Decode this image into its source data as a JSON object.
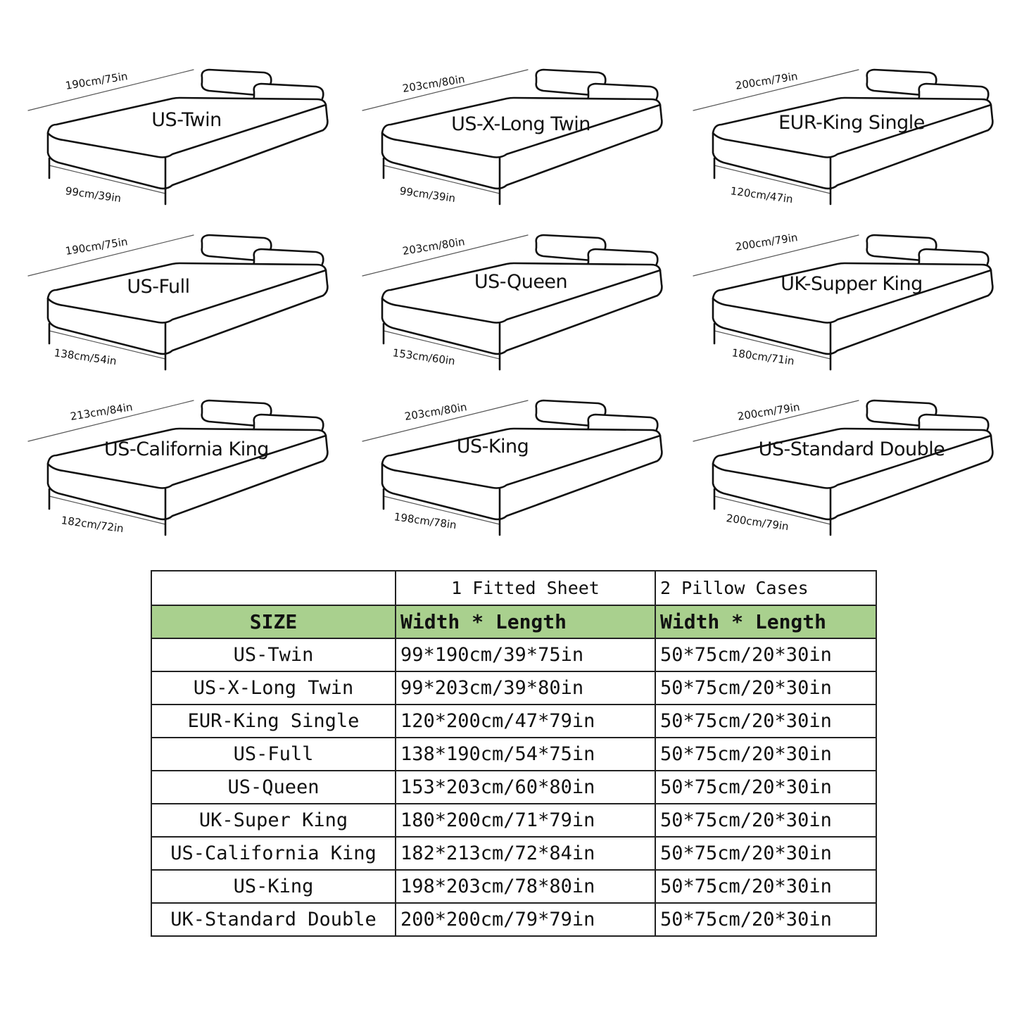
{
  "beds": [
    {
      "name": "US-Twin",
      "length": "190cm/75in",
      "width": "99cm/39in"
    },
    {
      "name": "US-X-Long Twin",
      "length": "203cm/80in",
      "width": "99cm/39in"
    },
    {
      "name": "EUR-King Single",
      "length": "200cm/79in",
      "width": "120cm/47in"
    },
    {
      "name": "US-Full",
      "length": "190cm/75in",
      "width": "138cm/54in"
    },
    {
      "name": "US-Queen",
      "length": "203cm/80in",
      "width": "153cm/60in"
    },
    {
      "name": "UK-Supper King",
      "length": "200cm/79in",
      "width": "180cm/71in"
    },
    {
      "name": "US-California King",
      "length": "213cm/84in",
      "width": "182cm/72in"
    },
    {
      "name": "US-King",
      "length": "203cm/80in",
      "width": "198cm/78in"
    },
    {
      "name": "US-Standard Double",
      "length": "200cm/79in",
      "width": "200cm/79in"
    }
  ],
  "table": {
    "top_headers": [
      "",
      "1 Fitted Sheet",
      "2 Pillow Cases"
    ],
    "sub_headers": [
      "SIZE",
      "Width * Length",
      "Width * Length"
    ],
    "header_color": "#a9d08e",
    "rows": [
      [
        "US-Twin",
        "99*190cm/39*75in",
        "50*75cm/20*30in"
      ],
      [
        "US-X-Long Twin",
        "99*203cm/39*80in",
        "50*75cm/20*30in"
      ],
      [
        "EUR-King Single",
        "120*200cm/47*79in",
        "50*75cm/20*30in"
      ],
      [
        "US-Full",
        "138*190cm/54*75in",
        "50*75cm/20*30in"
      ],
      [
        "US-Queen",
        "153*203cm/60*80in",
        "50*75cm/20*30in"
      ],
      [
        "UK-Super King",
        "180*200cm/71*79in",
        "50*75cm/20*30in"
      ],
      [
        "US-California King",
        "182*213cm/72*84in",
        "50*75cm/20*30in"
      ],
      [
        "US-King",
        "198*203cm/78*80in",
        "50*75cm/20*30in"
      ],
      [
        "UK-Standard Double",
        "200*200cm/79*79in",
        "50*75cm/20*30in"
      ]
    ]
  }
}
